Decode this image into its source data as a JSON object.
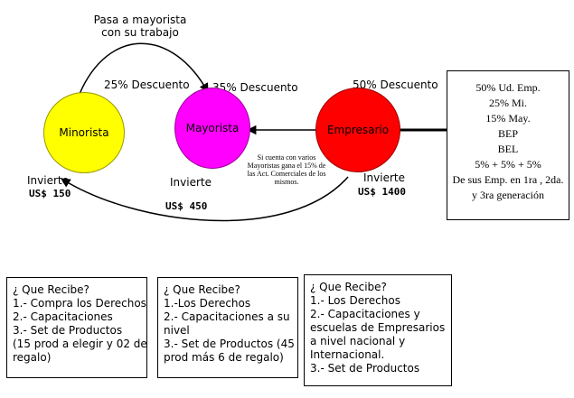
{
  "colors": {
    "minorista": "#ffff00",
    "mayorista": "#ff00ff",
    "empresario": "#ff0000",
    "line": "#000000"
  },
  "top_label": {
    "line1": "Pasa a mayorista",
    "line2": "con su trabajo"
  },
  "nodes": {
    "minorista": {
      "label": "Minorista",
      "discount": "25% Descuento",
      "invest_label": "Invierte",
      "invest_amount": "US$ 150"
    },
    "mayorista": {
      "label": "Mayorista",
      "discount": "35% Descuento",
      "invest_label": "Invierte",
      "invest_amount": "US$ 450"
    },
    "empresario": {
      "label": "Empresario",
      "discount": "50% Descuento",
      "invest_label": "Invierte",
      "invest_amount": "US$ 1400"
    }
  },
  "note": {
    "line1": "Si cuenta con varios",
    "line2": "Mayoristas gana el 15% de",
    "line3": "las Act. Comerciales de los",
    "line4": "mismos."
  },
  "side_box": {
    "lines": [
      "50% Ud. Emp.",
      "25% Mi.",
      "15% May.",
      "BEP",
      "BEL",
      "5% + 5% + 5%",
      "De sus Emp. en 1ra , 2da.",
      "y 3ra generación"
    ]
  },
  "boxes": [
    {
      "lines": [
        "¿ Que Recibe?",
        "1.- Compra los Derechos",
        "2.- Capacitaciones",
        "3.- Set de Productos",
        "(15 prod a elegir y 02 de",
        "regalo)"
      ]
    },
    {
      "lines": [
        "¿ Que Recibe?",
        "1.-Los Derechos",
        "2.- Capacitaciones a su",
        "nivel",
        "3.- Set de Productos (45",
        "prod más 6 de regalo)"
      ]
    },
    {
      "lines": [
        "¿ Que Recibe?",
        "1.- Los Derechos",
        "2.- Capacitaciones y",
        "escuelas de Empresarios",
        "a nivel nacional y",
        "Internacional.",
        "3.- Set de Productos"
      ]
    }
  ]
}
